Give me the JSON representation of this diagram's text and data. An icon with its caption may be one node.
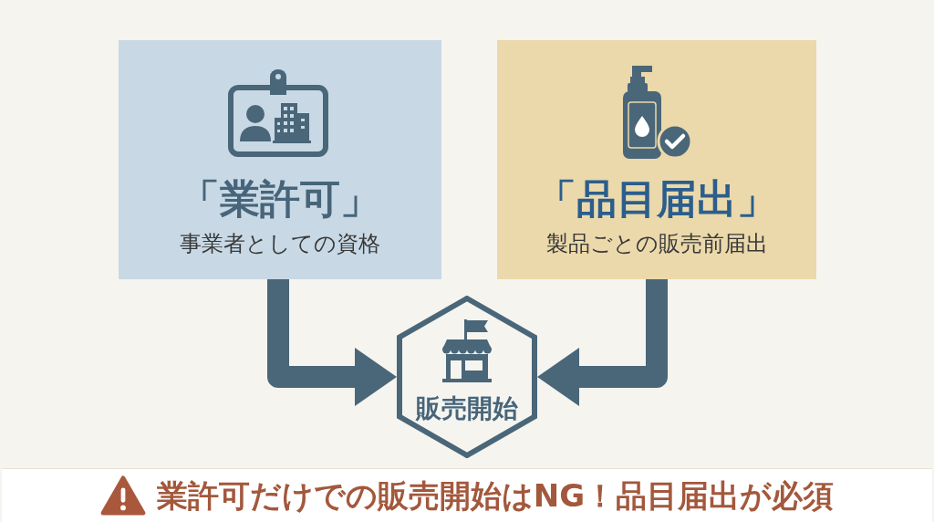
{
  "diagram": {
    "nodes": [
      {
        "text": [
          "「業許可」",
          "事業者としての資格"
        ]
      },
      {
        "text": [
          "「品目届出」",
          "製品ごとの販売前届出"
        ]
      },
      {
        "text": [
          "販売開始"
        ]
      },
      {
        "text": [
          "業許可だけでの販売開始はNG！品目届出が必須"
        ]
      }
    ],
    "edges": [
      {
        "from": 0,
        "to": 2,
        "arrow": "to"
      },
      {
        "from": 1,
        "to": 2,
        "arrow": "to"
      }
    ]
  }
}
